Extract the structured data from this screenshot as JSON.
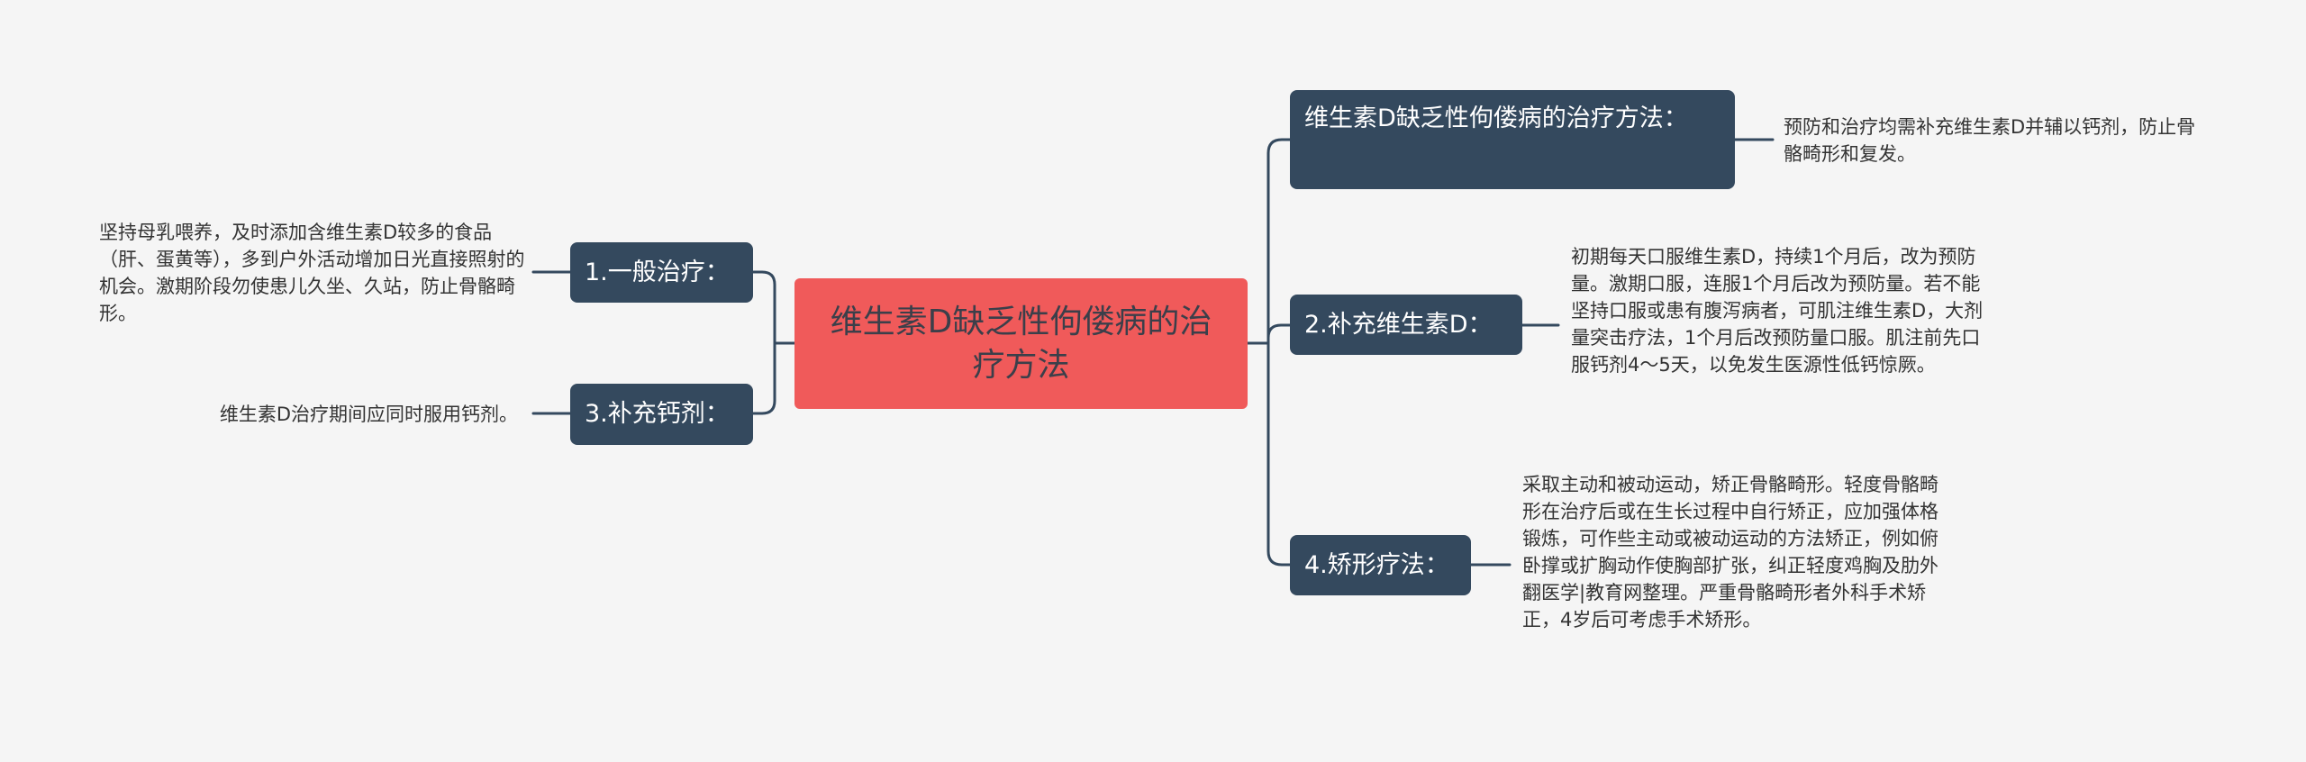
{
  "colors": {
    "background": "#f5f5f5",
    "root": "#f05a5a",
    "node": "#34495e",
    "connector": "#34495e",
    "leaf_text": "#333333"
  },
  "root": {
    "title": "维生素D缺乏性佝偻病的治疗方法"
  },
  "left_branches": [
    {
      "label": "1.一般治疗：",
      "detail": "坚持母乳喂养，及时添加含维生素D较多的食品（肝、蛋黄等），多到户外活动增加日光直接照射的机会。激期阶段勿使患儿久坐、久站，防止骨骼畸形。"
    },
    {
      "label": "3.补充钙剂：",
      "detail": "维生素D治疗期间应同时服用钙剂。"
    }
  ],
  "right_branches": [
    {
      "label": "维生素D缺乏性佝偻病的治疗方法：",
      "detail": "预防和治疗均需补充维生素D并辅以钙剂，防止骨骼畸形和复发。"
    },
    {
      "label": "2.补充维生素D：",
      "detail": "初期每天口服维生素D，持续1个月后，改为预防量。激期口服，连服1个月后改为预防量。若不能坚持口服或患有腹泻病者，可肌注维生素D，大剂量突击疗法，1个月后改预防量口服。肌注前先口服钙剂4～5天，以免发生医源性低钙惊厥。"
    },
    {
      "label": "4.矫形疗法：",
      "detail": "采取主动和被动运动，矫正骨骼畸形。轻度骨骼畸形在治疗后或在生长过程中自行矫正，应加强体格锻炼，可作些主动或被动运动的方法矫正，例如俯卧撑或扩胸动作使胸部扩张，纠正轻度鸡胸及肋外翻医学|教育网整理。严重骨骼畸形者外科手术矫正，4岁后可考虑手术矫形。"
    }
  ]
}
